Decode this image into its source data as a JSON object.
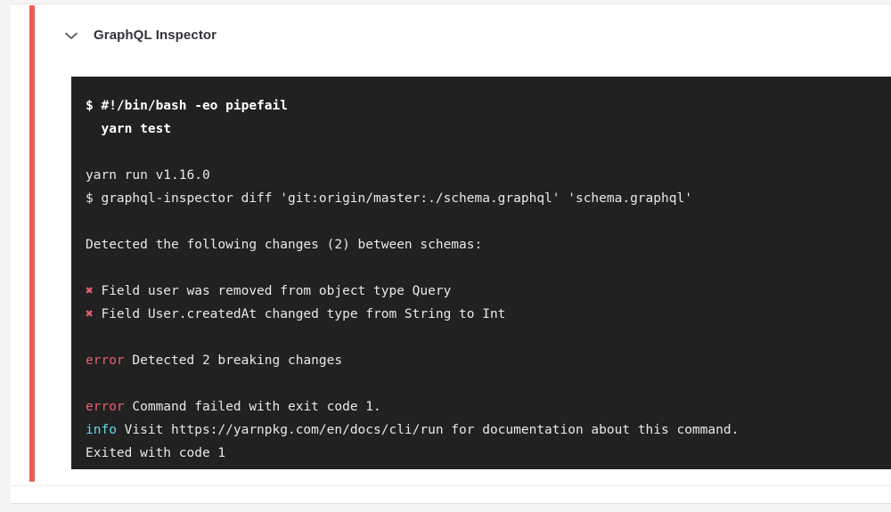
{
  "card": {
    "status_color": "#ed5c57",
    "background": "#ffffff"
  },
  "step": {
    "collapse_icon": "chevron-down-icon",
    "title": "GraphQL Inspector"
  },
  "terminal": {
    "background": "#212121",
    "text_color": "#e8e8e6",
    "error_color": "#e4606d",
    "info_color": "#61d8e8",
    "lines": [
      {
        "id": 0,
        "type": "command",
        "text": "$ #!/bin/bash -eo pipefail"
      },
      {
        "id": 1,
        "type": "command",
        "text": "  yarn test"
      },
      {
        "id": 2,
        "type": "blank",
        "text": ""
      },
      {
        "id": 3,
        "type": "plain",
        "text": "yarn run v1.16.0"
      },
      {
        "id": 4,
        "type": "plain",
        "text": "$ graphql-inspector diff 'git:origin/master:./schema.graphql' 'schema.graphql'"
      },
      {
        "id": 5,
        "type": "blank",
        "text": ""
      },
      {
        "id": 6,
        "type": "plain",
        "text": "Detected the following changes (2) between schemas:"
      },
      {
        "id": 7,
        "type": "blank",
        "text": ""
      },
      {
        "id": 8,
        "type": "fail",
        "mark": "✖",
        "text": " Field user was removed from object type Query"
      },
      {
        "id": 9,
        "type": "fail",
        "mark": "✖",
        "text": " Field User.createdAt changed type from String to Int"
      },
      {
        "id": 10,
        "type": "blank",
        "text": ""
      },
      {
        "id": 11,
        "type": "error",
        "keyword": "error",
        "text": " Detected 2 breaking changes"
      },
      {
        "id": 12,
        "type": "blank",
        "text": ""
      },
      {
        "id": 13,
        "type": "error",
        "keyword": "error",
        "text": " Command failed with exit code 1."
      },
      {
        "id": 14,
        "type": "info",
        "keyword": "info",
        "text": " Visit https://yarnpkg.com/en/docs/cli/run for documentation about this command."
      },
      {
        "id": 15,
        "type": "plain",
        "text": "Exited with code 1"
      }
    ]
  }
}
